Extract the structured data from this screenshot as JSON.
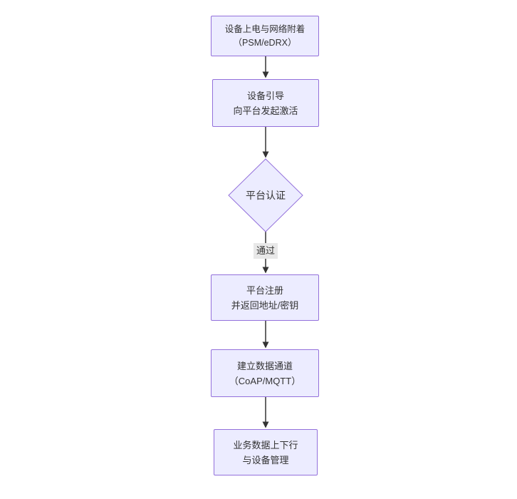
{
  "diagram": {
    "type": "flowchart",
    "direction": "top-down",
    "colors": {
      "background": "#ffffff",
      "node_fill": "#ECECFF",
      "node_border": "#9370DB",
      "edge_line": "#333333",
      "text": "#333333",
      "edge_label_bg": "#e8e8e8"
    },
    "nodes": [
      {
        "id": "n1",
        "shape": "rect",
        "line1": "设备上电与网络附着",
        "line2": "（PSM/eDRX）"
      },
      {
        "id": "n2",
        "shape": "rect",
        "line1": "设备引导",
        "line2": "向平台发起激活"
      },
      {
        "id": "d1",
        "shape": "diamond",
        "label": "平台认证"
      },
      {
        "id": "n3",
        "shape": "rect",
        "line1": "平台注册",
        "line2": "并返回地址/密钥"
      },
      {
        "id": "n4",
        "shape": "rect",
        "line1": "建立数据通道",
        "line2": "（CoAP/MQTT）"
      },
      {
        "id": "n5",
        "shape": "rect",
        "line1": "业务数据上下行",
        "line2": "与设备管理"
      }
    ],
    "edges": [
      {
        "from": "n1",
        "to": "n2",
        "label": ""
      },
      {
        "from": "n2",
        "to": "d1",
        "label": ""
      },
      {
        "from": "d1",
        "to": "n3",
        "label": "通过"
      },
      {
        "from": "n3",
        "to": "n4",
        "label": ""
      },
      {
        "from": "n4",
        "to": "n5",
        "label": ""
      }
    ]
  }
}
